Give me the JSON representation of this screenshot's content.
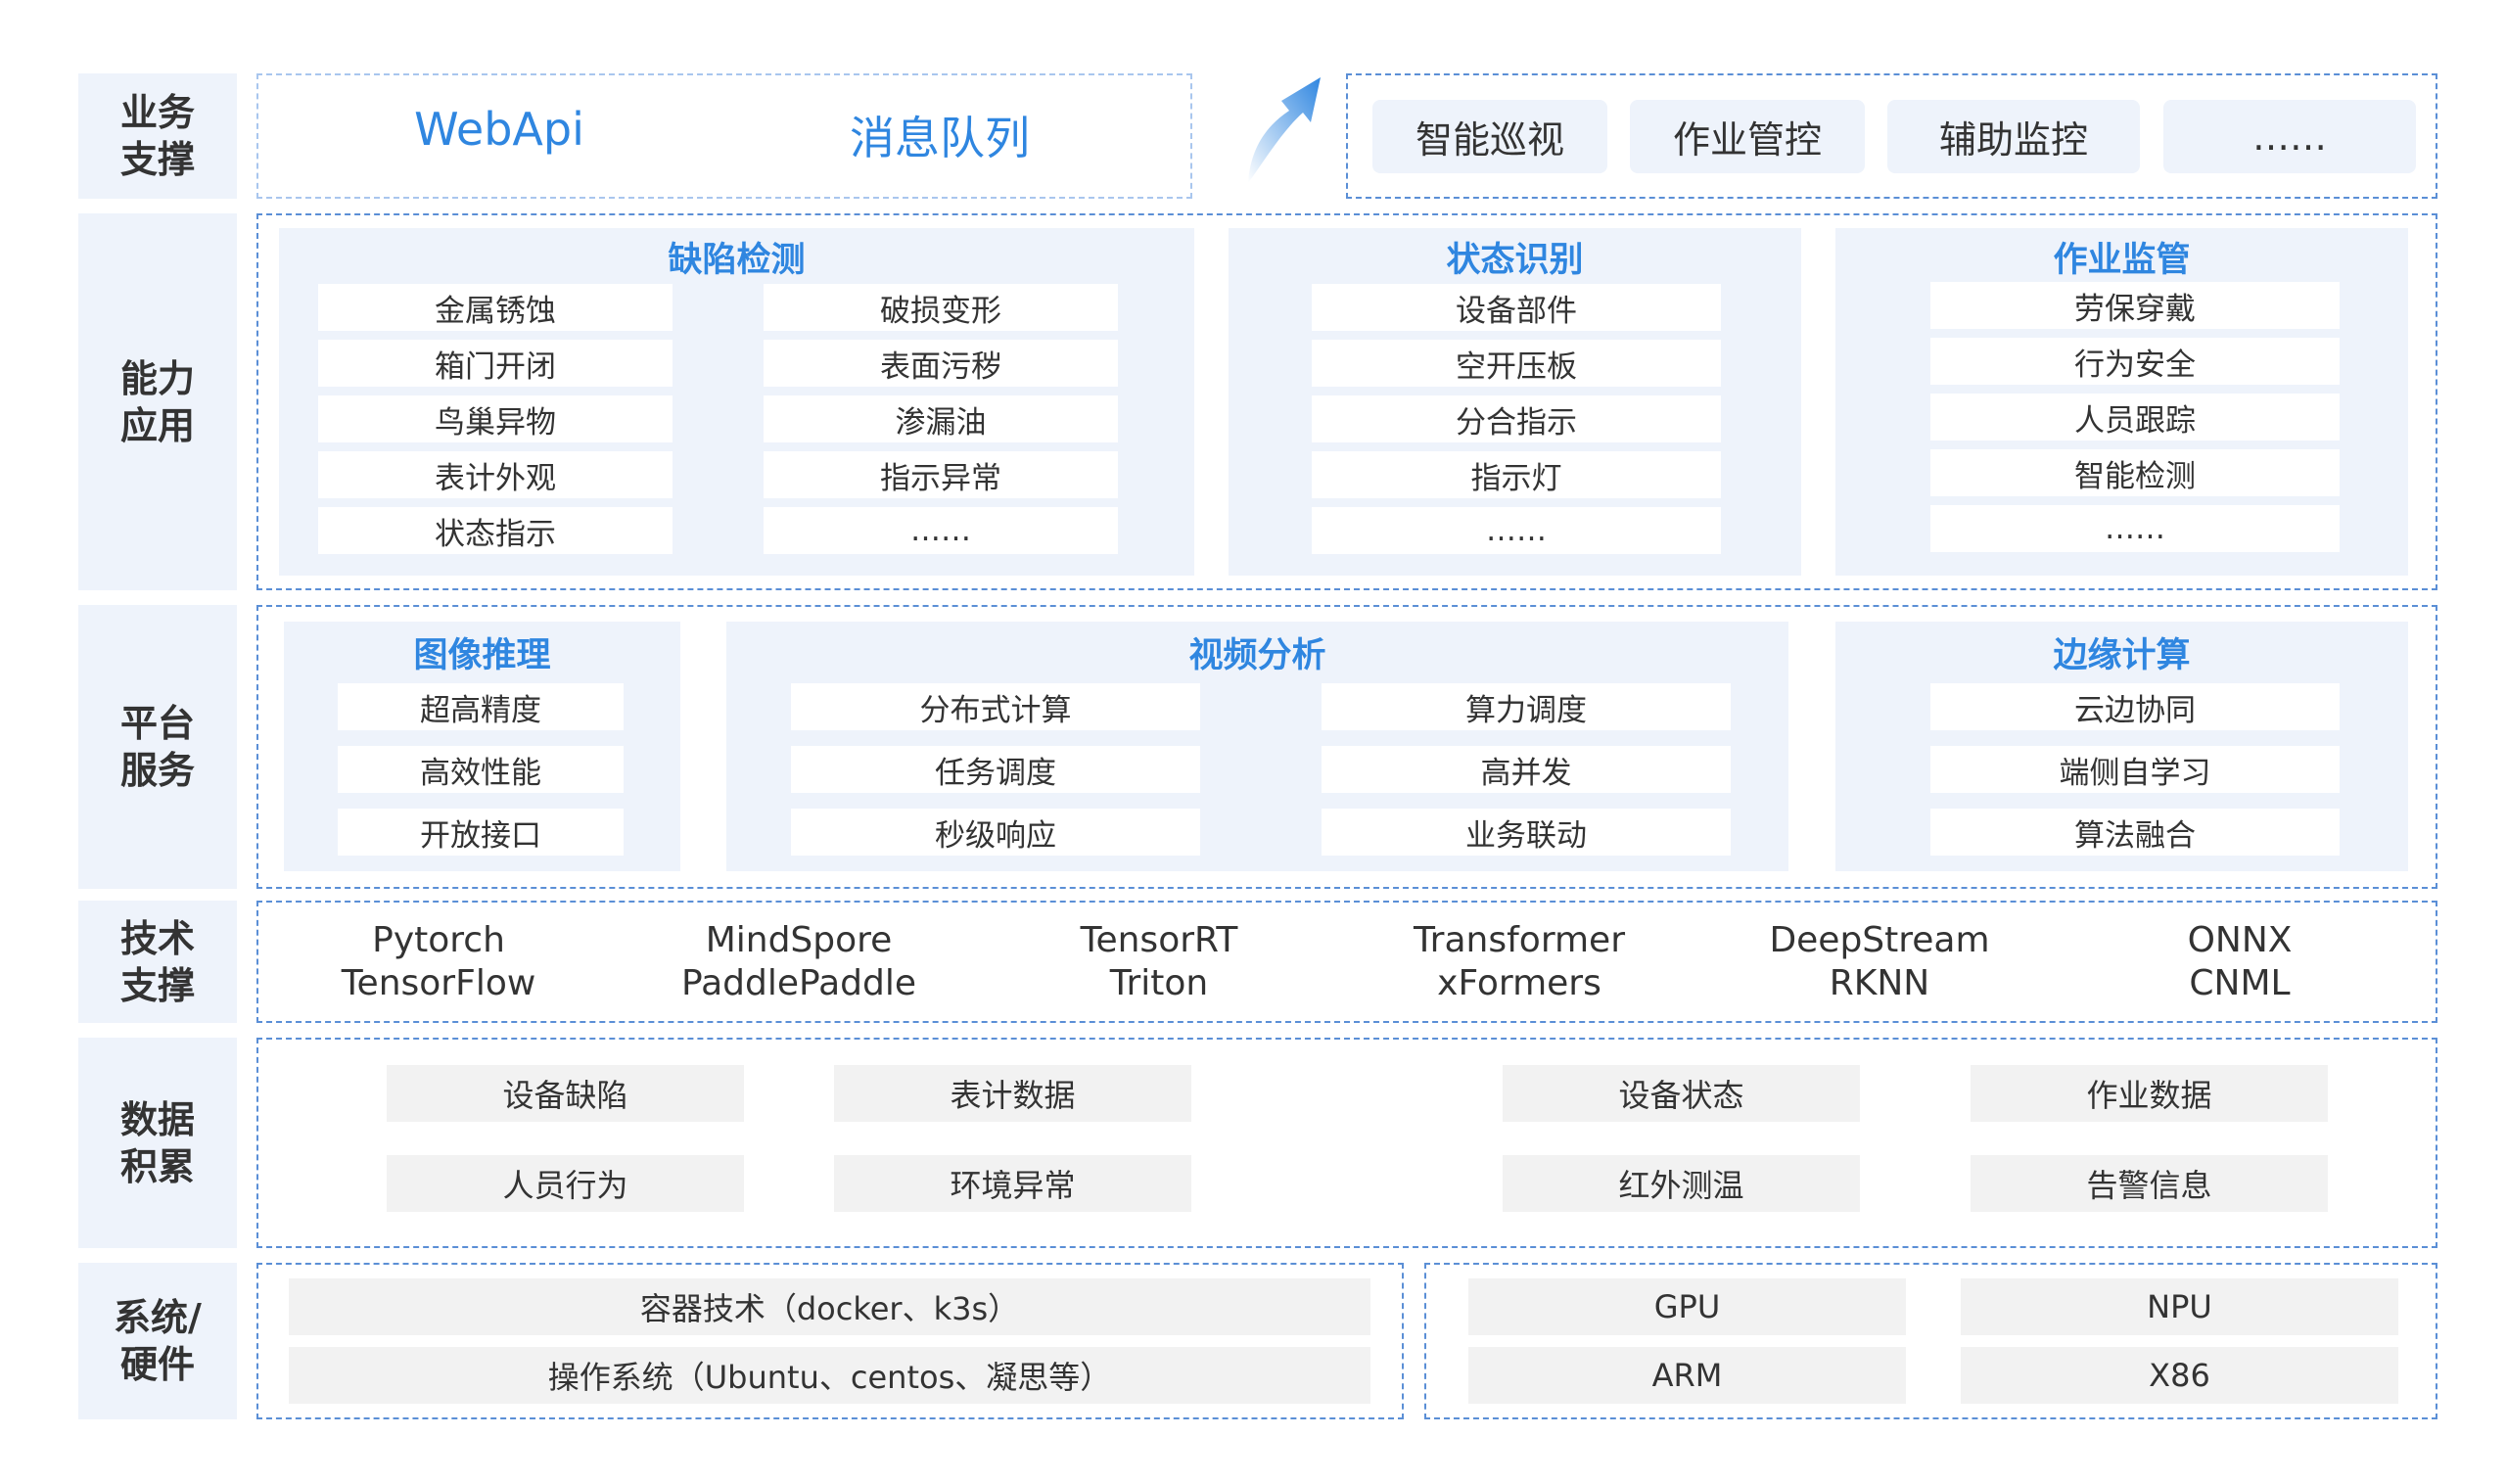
{
  "colors": {
    "label_bg": "#eef3fb",
    "panel_bg": "#eef3fb",
    "accent_blue": "#2f86e0",
    "dashed_border": "#5b8fd6",
    "gray_box": "#f2f2f2",
    "text": "#333333"
  },
  "layers": {
    "business": "业务\n支撑",
    "capability": "能力\n应用",
    "platform": "平台\n服务",
    "tech": "技术\n支撑",
    "data": "数据\n积累",
    "system": "系统/\n硬件"
  },
  "business": {
    "webapi": "WebApi",
    "queue": "消息队列",
    "arrow_icon": "upward-arrow-icon",
    "items": [
      "智能巡视",
      "作业管控",
      "辅助监控",
      "……"
    ]
  },
  "capability": {
    "defect": {
      "title": "缺陷检测",
      "left": [
        "金属锈蚀",
        "箱门开闭",
        "鸟巢异物",
        "表计外观",
        "状态指示"
      ],
      "right": [
        "破损变形",
        "表面污秽",
        "渗漏油",
        "指示异常",
        "……"
      ]
    },
    "state": {
      "title": "状态识别",
      "items": [
        "设备部件",
        "空开压板",
        "分合指示",
        "指示灯",
        "……"
      ]
    },
    "work": {
      "title": "作业监管",
      "items": [
        "劳保穿戴",
        "行为安全",
        "人员跟踪",
        "智能检测",
        "……"
      ]
    }
  },
  "platform": {
    "image": {
      "title": "图像推理",
      "items": [
        "超高精度",
        "高效性能",
        "开放接口"
      ]
    },
    "video": {
      "title": "视频分析",
      "left": [
        "分布式计算",
        "任务调度",
        "秒级响应"
      ],
      "right": [
        "算力调度",
        "高并发",
        "业务联动"
      ]
    },
    "edge": {
      "title": "边缘计算",
      "items": [
        "云边协同",
        "端侧自学习",
        "算法融合"
      ]
    }
  },
  "tech": [
    {
      "top": "Pytorch",
      "bottom": "TensorFlow"
    },
    {
      "top": "MindSpore",
      "bottom": "PaddlePaddle"
    },
    {
      "top": "TensorRT",
      "bottom": "Triton"
    },
    {
      "top": "Transformer",
      "bottom": "xFormers"
    },
    {
      "top": "DeepStream",
      "bottom": "RKNN"
    },
    {
      "top": "ONNX",
      "bottom": "CNML"
    }
  ],
  "data": [
    "设备缺陷",
    "表计数据",
    "设备状态",
    "作业数据",
    "人员行为",
    "环境异常",
    "红外测温",
    "告警信息"
  ],
  "system": {
    "software": [
      "容器技术（docker、k3s）",
      "操作系统（Ubuntu、centos、凝思等）"
    ],
    "hardware": [
      "GPU",
      "NPU",
      "ARM",
      "X86"
    ]
  }
}
